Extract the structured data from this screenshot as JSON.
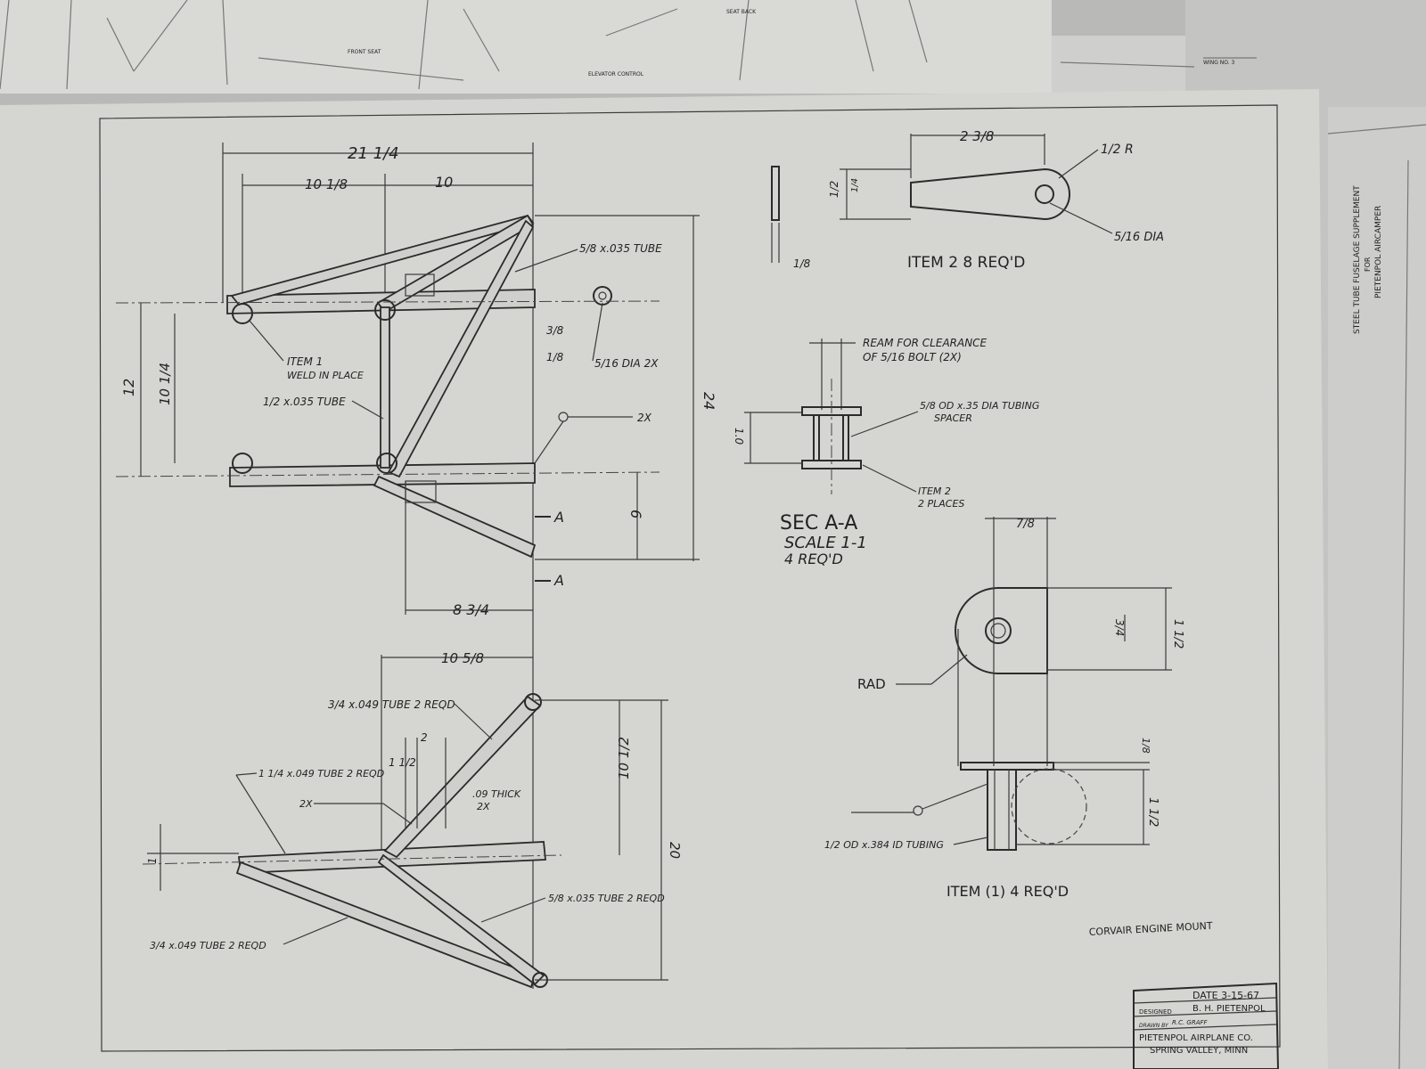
{
  "background_sheet": {
    "labels": [
      "FRONT SEAT",
      "ELEVATOR CONTROL",
      "SEAT BACK",
      "WING NO. 3"
    ]
  },
  "side_note": {
    "line1": "STEEL TUBE FUSELAGE SUPPLEMENT",
    "line2": "FOR",
    "line3": "PIETENPOL AIRCAMPER"
  },
  "top_view": {
    "dim_overall": "21 1/4",
    "dim_left": "10 1/8",
    "dim_right": "10",
    "tube_note": "5/8 x.035 TUBE",
    "dim_3_8": "3/8",
    "dim_1_8": "1/8",
    "hole_note": "5/16 DIA 2X",
    "item1_note_1": "ITEM 1",
    "item1_note_2": "WELD IN PLACE",
    "half_tube": "1/2 x.035 TUBE",
    "dim_12": "12",
    "dim_10_1_4": "10 1/4",
    "dim_24": "24",
    "dim_6": "6",
    "weld_2x": "2X",
    "section_a1": "A",
    "section_a2": "A",
    "dim_8_3_4": "8 3/4"
  },
  "side_view": {
    "dim_10_5_8": "10 5/8",
    "tube_3_4_top": "3/4 x.049 TUBE 2 REQD",
    "dim_2": "2",
    "dim_1_1_2": "1 1/2",
    "tube_1_1_4": "1 1/4 x.049 TUBE 2 REQD",
    "thick_note_1": ".09 THICK",
    "thick_note_2": "2X",
    "weld_2x": "2X",
    "dim_10_1_2": "10 1/2",
    "dim_20": "20",
    "dim_1": "1",
    "tube_5_8": "5/8 x.035 TUBE 2 REQD",
    "tube_3_4_bottom": "3/4 x.049 TUBE 2 REQD"
  },
  "item2": {
    "dim_2_3_8": "2 3/8",
    "radius": "1/2 R",
    "hole": "5/16 DIA",
    "dim_1_2": "1/2",
    "dim_1_4": "1/4",
    "dim_1_8": "1/8",
    "title": "ITEM 2   8 REQ'D"
  },
  "section": {
    "ream_note_1": "REAM FOR CLEARANCE",
    "ream_note_2": "OF 5/16 BOLT (2X)",
    "spacer_note_1": "5/8 OD x.35 DIA TUBING",
    "spacer_note_2": "SPACER",
    "dim_1_0": "1.0",
    "item_note_1": "ITEM 2",
    "item_note_2": "2 PLACES",
    "title": "SEC A-A",
    "scale": "SCALE 1-1",
    "req": "4 REQ'D"
  },
  "item1": {
    "dim_7_8": "7/8",
    "dim_3_4": "3/4",
    "dim_1_1_2_top": "1 1/2",
    "rad": "RAD",
    "dim_1_8": "1/8",
    "dim_1_1_2_bottom": "1 1/2",
    "tubing_note": "1/2 OD x.384 ID TUBING",
    "title": "ITEM (1) 4 REQ'D"
  },
  "drawing_title": "CORVAIR ENGINE MOUNT",
  "title_block": {
    "date": "DATE 3-15-67",
    "designed_label": "DESIGNED",
    "designed_by": "B. H. PIETENPOL",
    "drawn_label": "DRAWN BY",
    "drawn_by": "R.C. GRAFF",
    "company": "PIETENPOL AIRPLANE CO.",
    "location": "SPRING VALLEY, MINN"
  }
}
